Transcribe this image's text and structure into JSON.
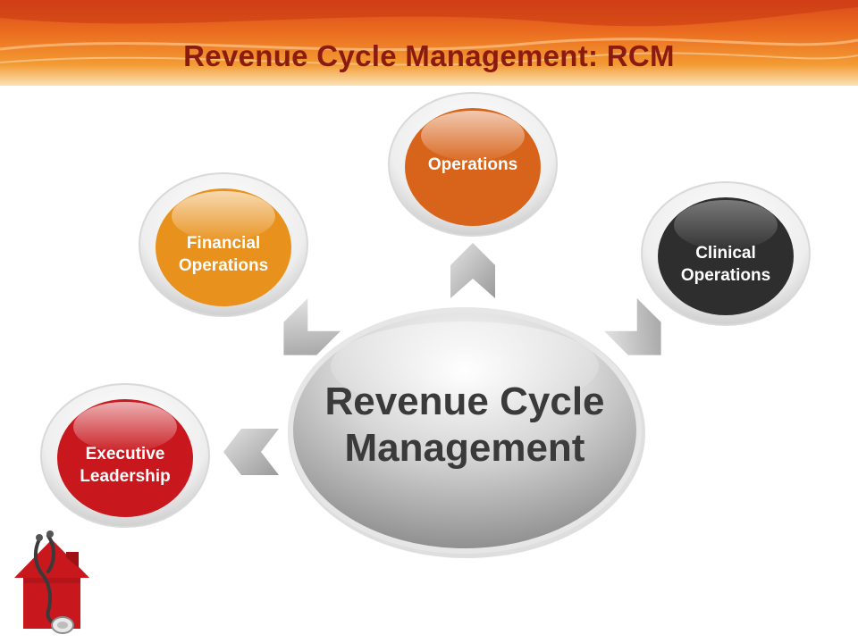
{
  "slide": {
    "title": "Revenue Cycle Management: RCM"
  },
  "diagram": {
    "center": {
      "label": "Revenue Cycle\nManagement"
    },
    "nodes": [
      {
        "id": "executive",
        "label": "Executive\nLeadership",
        "color": "#c8181e"
      },
      {
        "id": "financial",
        "label": "Financial\nOperations",
        "color": "#e8911c"
      },
      {
        "id": "operations",
        "label": "Operations",
        "color": "#d8641b"
      },
      {
        "id": "clinical",
        "label": "Clinical\nOperations",
        "color": "#2e2e2e"
      }
    ]
  },
  "colors": {
    "banner": "#e8601f",
    "title": "#8b1a10",
    "arrow": "#b8b8b8",
    "center": "#8f8f8f"
  },
  "logo": {
    "icon": "house-stethoscope-icon"
  }
}
